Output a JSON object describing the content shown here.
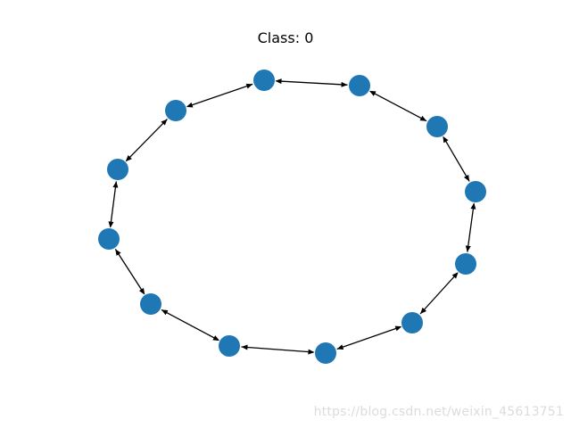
{
  "title": "Class: 0",
  "watermark": "https://blog.csdn.net/weixin_45613751",
  "colors": {
    "node": "#1f77b4",
    "edge": "#000000",
    "background": "#ffffff",
    "watermark": "#dcdcdc"
  },
  "graph": {
    "type": "directed-cycle",
    "node_count": 12,
    "edge_style": "bidirectional-arrows",
    "nodes": [
      "n0",
      "n1",
      "n2",
      "n3",
      "n4",
      "n5",
      "n6",
      "n7",
      "n8",
      "n9",
      "n10",
      "n11"
    ],
    "edges": [
      [
        "n0",
        "n1"
      ],
      [
        "n1",
        "n2"
      ],
      [
        "n2",
        "n3"
      ],
      [
        "n3",
        "n4"
      ],
      [
        "n4",
        "n5"
      ],
      [
        "n5",
        "n6"
      ],
      [
        "n6",
        "n7"
      ],
      [
        "n7",
        "n8"
      ],
      [
        "n8",
        "n9"
      ],
      [
        "n9",
        "n10"
      ],
      [
        "n10",
        "n11"
      ],
      [
        "n11",
        "n0"
      ]
    ]
  }
}
